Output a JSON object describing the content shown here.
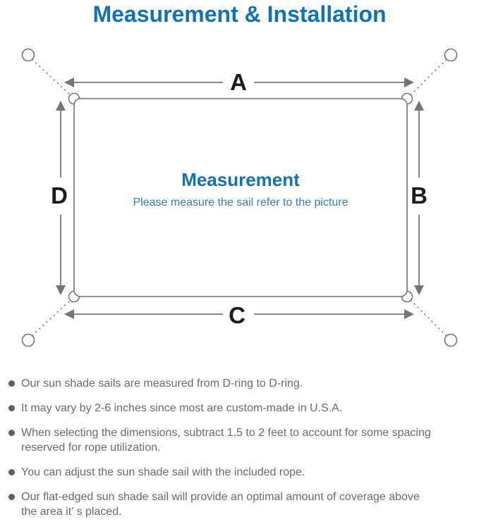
{
  "page": {
    "title": "Measurement & Installation"
  },
  "diagram": {
    "labels": {
      "top": "A",
      "right": "B",
      "bottom": "C",
      "left": "D"
    },
    "center": {
      "title": "Measurement",
      "subtitle": "Please measure the sail refer to the picture"
    }
  },
  "bullets": {
    "items": [
      {
        "lines": [
          "Our sun shade sails are measured from D-ring to D-ring."
        ]
      },
      {
        "lines": [
          "It may vary by 2-6 inches since most are custom-made in U.S.A."
        ]
      },
      {
        "lines": [
          "When selecting the dimensions, subtract 1.5 to 2 feet to account for some spacing",
          "reserved for rope utilization."
        ]
      },
      {
        "lines": [
          "You can adjust the sun shade sail with the included rope."
        ]
      },
      {
        "lines": [
          "Our flat-edged sun shade sail will provide an optimal amount of coverage above",
          "the area it’ s placed."
        ]
      }
    ]
  },
  "colors": {
    "title_blue": "#1272b8",
    "center_blue": "#1272b8",
    "subtitle_blue": "#2f80b5",
    "label_black": "#1b1b1b",
    "line_gray": "#757575",
    "text_gray": "#6b6b6b",
    "bullet_dot_gray": "#5f5f5f",
    "background": "#ffffff"
  }
}
